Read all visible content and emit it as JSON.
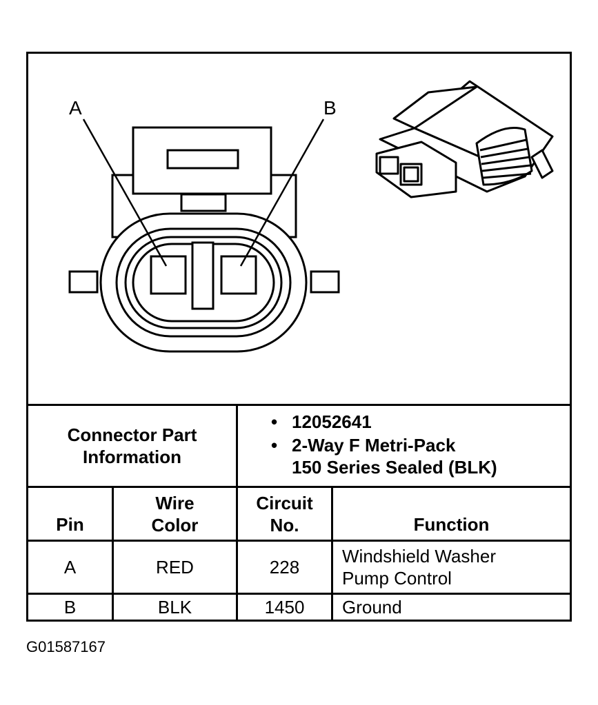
{
  "diagram": {
    "pin_label_a": "A",
    "pin_label_b": "B"
  },
  "connector_info": {
    "label": "Connector Part\nInformation",
    "items": [
      "12052641",
      "2-Way F Metri-Pack\n150 Series Sealed (BLK)"
    ]
  },
  "table": {
    "headers": {
      "pin": "Pin",
      "wire_color": "Wire\nColor",
      "circuit": "Circuit\nNo.",
      "function": "Function"
    },
    "rows": [
      {
        "pin": "A",
        "wire_color": "RED",
        "circuit": "228",
        "function": "Windshield Washer\nPump Control"
      },
      {
        "pin": "B",
        "wire_color": "BLK",
        "circuit": "1450",
        "function": "Ground"
      }
    ]
  },
  "figure_id": "G01587167"
}
